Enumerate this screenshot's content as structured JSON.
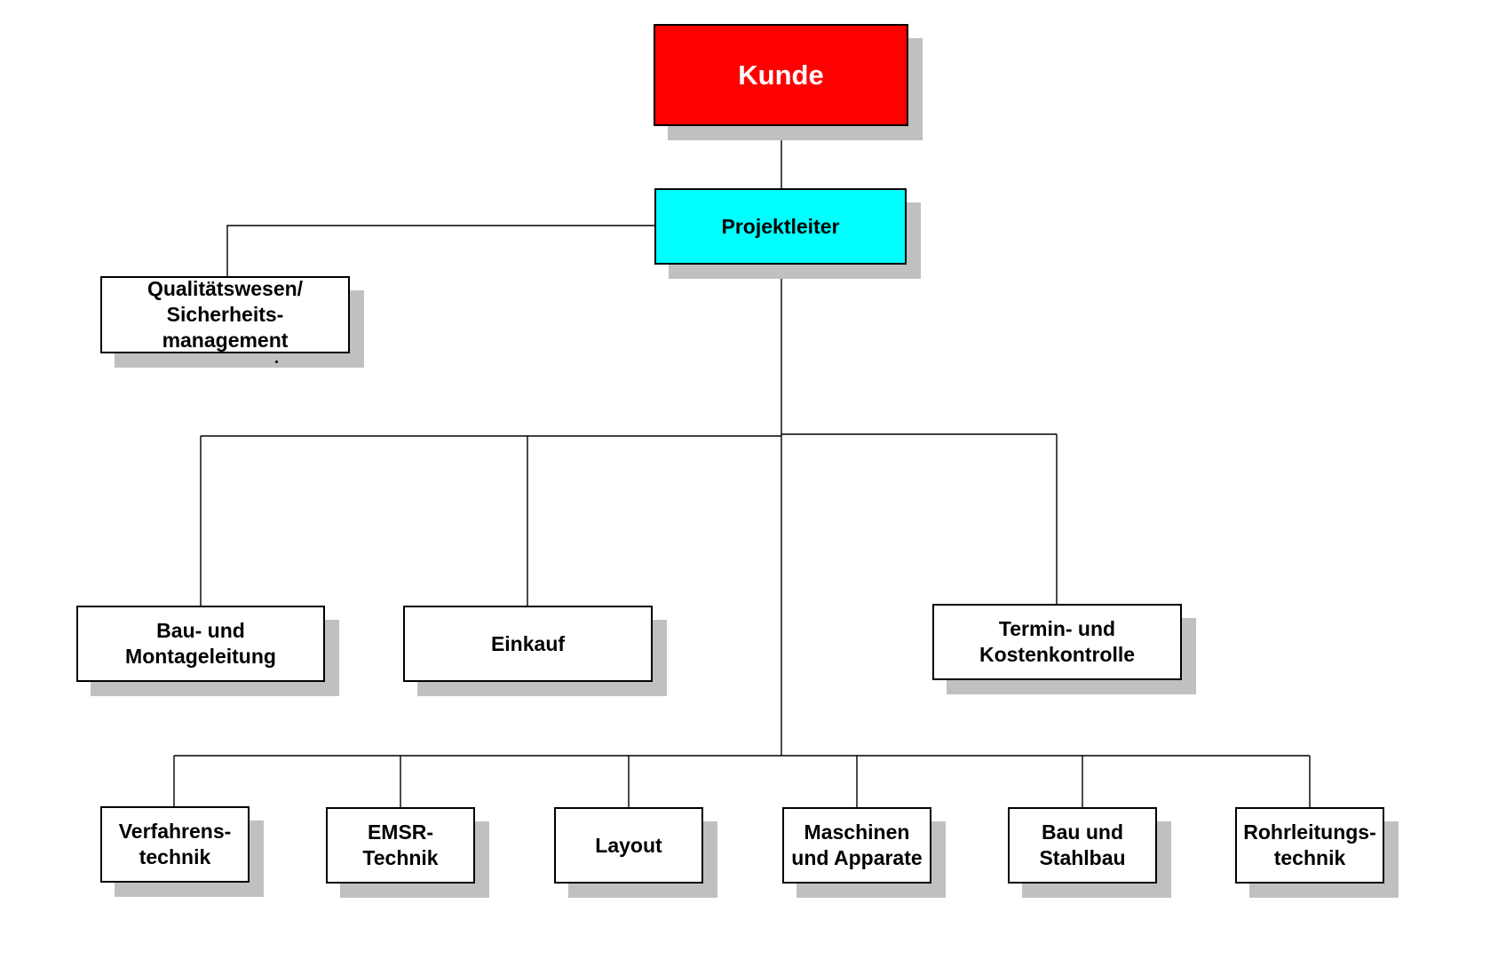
{
  "colors": {
    "kunde_fill": "#ff0000",
    "projektleiter_fill": "#00ffff",
    "box_fill": "#ffffff",
    "shadow": "#c0c0c0",
    "line": "#000000"
  },
  "nodes": {
    "kunde": "Kunde",
    "projektleiter": "Projektleiter",
    "qualitaet": "Qualitätswesen/\nSicherheits-\nmanagement",
    "bau_montage": "Bau- und\nMontageleitung",
    "einkauf": "Einkauf",
    "termin": "Termin- und\nKostenkontrolle",
    "verfahrenstechnik": "Verfahrens-\ntechnik",
    "emsr": "EMSR-\nTechnik",
    "layout": "Layout",
    "maschinen": "Maschinen\nund Apparate",
    "stahlbau": "Bau und\nStahlbau",
    "rohrleitung": "Rohrleitungs-\ntechnik"
  }
}
